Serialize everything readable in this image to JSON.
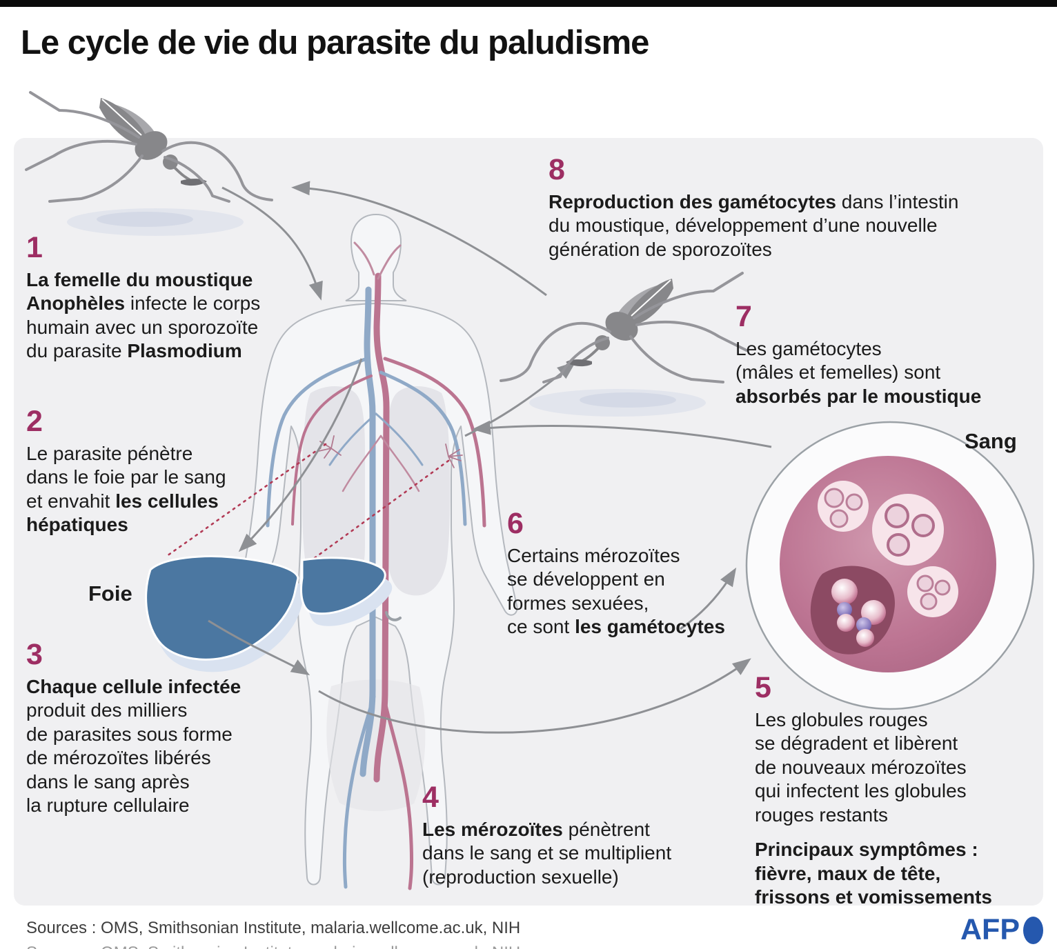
{
  "title": "Le cycle de vie du parasite du paludisme",
  "labels": {
    "liver": "Foie",
    "blood": "Sang"
  },
  "steps": [
    {
      "number": "1",
      "parts": [
        {
          "text": "La femelle du moustique\nAnophèles",
          "bold": true
        },
        {
          "text": " infecte le corps\nhumain avec un sporozoïte\ndu parasite ",
          "bold": false
        },
        {
          "text": "Plasmodium",
          "bold": true
        }
      ]
    },
    {
      "number": "2",
      "parts": [
        {
          "text": "Le parasite pénètre\ndans le foie par le sang\net envahit ",
          "bold": false
        },
        {
          "text": "les cellules\nhépatiques",
          "bold": true
        }
      ]
    },
    {
      "number": "3",
      "parts": [
        {
          "text": "Chaque cellule infectée",
          "bold": true
        },
        {
          "text": "\nproduit des milliers\nde parasites sous forme\nde mérozoïtes libérés\ndans le sang après\nla rupture cellulaire",
          "bold": false
        }
      ]
    },
    {
      "number": "4",
      "parts": [
        {
          "text": "Les mérozoïtes",
          "bold": true
        },
        {
          "text": " pénètrent\ndans le sang et se multiplient\n(reproduction sexuelle)",
          "bold": false
        }
      ]
    },
    {
      "number": "5",
      "parts": [
        {
          "text": "Les globules rouges\nse dégradent et libèrent\nde nouveaux mérozoïtes\nqui infectent les globules\nrouges restants",
          "bold": false
        }
      ],
      "symptoms": "Principaux symptômes :\nfièvre, maux de tête,\nfrissons et vomissements"
    },
    {
      "number": "6",
      "parts": [
        {
          "text": "Certains mérozoïtes\nse développent en\nformes sexuées,\nce sont ",
          "bold": false
        },
        {
          "text": "les gamétocytes",
          "bold": true
        }
      ]
    },
    {
      "number": "7",
      "parts": [
        {
          "text": "Les gamétocytes\n(mâles et femelles) sont\n",
          "bold": false
        },
        {
          "text": "absorbés par le moustique",
          "bold": true
        }
      ]
    },
    {
      "number": "8",
      "parts": [
        {
          "text": "Reproduction des gamétocytes",
          "bold": true
        },
        {
          "text": " dans l’intestin\ndu moustique, développement d’une nouvelle\ngénération de sporozoïtes",
          "bold": false
        }
      ]
    }
  ],
  "footer": {
    "sources": "Sources : OMS, Smithsonian Institute, malaria.wellcome.ac.uk, NIH",
    "logo": "AFP"
  },
  "colors": {
    "accent_number": "#9d2e63",
    "liver_blue": "#4b77a1",
    "blood_pink": "#bd7593",
    "afp_blue": "#2558ae",
    "panel_bg": "#f0f0f2"
  }
}
